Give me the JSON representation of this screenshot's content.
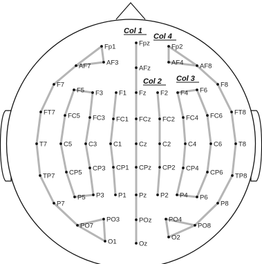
{
  "column_labels": {
    "col1": "Col 1",
    "col2": "Col 2",
    "col3": "Col 3",
    "col4": "Col 4"
  },
  "colors": {
    "outline": "#111111",
    "link": "#b5b5b5",
    "dot": "#111111",
    "text": "#222222"
  },
  "electrodes": [
    "Fp1",
    "Fpz",
    "Fp2",
    "AF7",
    "AF3",
    "AFz",
    "AF4",
    "AF8",
    "F7",
    "F5",
    "F3",
    "F1",
    "Fz",
    "F2",
    "F4",
    "F6",
    "F8",
    "FT7",
    "FC5",
    "FC3",
    "FC1",
    "FCz",
    "FC2",
    "FC4",
    "FC6",
    "FT8",
    "T7",
    "C5",
    "C3",
    "C1",
    "Cz",
    "C2",
    "C4",
    "C6",
    "T8",
    "TP7",
    "CP5",
    "CP3",
    "CP1",
    "CPz",
    "CP2",
    "CP4",
    "CP6",
    "TP8",
    "P7",
    "P5",
    "P3",
    "P1",
    "Pz",
    "P2",
    "P4",
    "P6",
    "P8",
    "PO7",
    "PO3",
    "POz",
    "PO4",
    "PO8",
    "O1",
    "Oz",
    "O2"
  ],
  "links": [
    [
      "AF7",
      "Fp1"
    ],
    [
      "Fp1",
      "AF3"
    ],
    [
      "AF3",
      "AF7"
    ],
    [
      "Fp2",
      "AF4"
    ],
    [
      "AF4",
      "AF8"
    ],
    [
      "AF8",
      "Fp2"
    ],
    [
      "AF7",
      "F7"
    ],
    [
      "F7",
      "FT7"
    ],
    [
      "FT7",
      "T7"
    ],
    [
      "T7",
      "TP7"
    ],
    [
      "TP7",
      "P7"
    ],
    [
      "P7",
      "PO7"
    ],
    [
      "AF8",
      "F8"
    ],
    [
      "F8",
      "FT8"
    ],
    [
      "FT8",
      "T8"
    ],
    [
      "T8",
      "TP8"
    ],
    [
      "TP8",
      "P8"
    ],
    [
      "P8",
      "PO8"
    ],
    [
      "F5",
      "FC5"
    ],
    [
      "FC5",
      "C5"
    ],
    [
      "C5",
      "CP5"
    ],
    [
      "CP5",
      "P5"
    ],
    [
      "F5",
      "F3"
    ],
    [
      "F3",
      "FC3"
    ],
    [
      "FC3",
      "C3"
    ],
    [
      "C3",
      "CP3"
    ],
    [
      "CP3",
      "P3"
    ],
    [
      "P3",
      "P5"
    ],
    [
      "F6",
      "FC6"
    ],
    [
      "FC6",
      "C6"
    ],
    [
      "C6",
      "CP6"
    ],
    [
      "CP6",
      "P6"
    ],
    [
      "F6",
      "F4"
    ],
    [
      "F4",
      "FC4"
    ],
    [
      "FC4",
      "C4"
    ],
    [
      "C4",
      "CP4"
    ],
    [
      "CP4",
      "P4"
    ],
    [
      "P4",
      "P6"
    ],
    [
      "F1",
      "FC1"
    ],
    [
      "FC1",
      "C1"
    ],
    [
      "C1",
      "CP1"
    ],
    [
      "CP1",
      "P1"
    ],
    [
      "F2",
      "FC2"
    ],
    [
      "FC2",
      "C2"
    ],
    [
      "C2",
      "CP2"
    ],
    [
      "CP2",
      "P2"
    ],
    [
      "Fpz",
      "AFz"
    ],
    [
      "AFz",
      "Fz"
    ],
    [
      "Fz",
      "FCz"
    ],
    [
      "FCz",
      "Cz"
    ],
    [
      "Cz",
      "CPz"
    ],
    [
      "CPz",
      "Pz"
    ],
    [
      "Pz",
      "POz"
    ],
    [
      "POz",
      "Oz"
    ],
    [
      "PO7",
      "PO3"
    ],
    [
      "PO3",
      "O1"
    ],
    [
      "O1",
      "PO7"
    ],
    [
      "PO4",
      "PO8"
    ],
    [
      "PO8",
      "O2"
    ],
    [
      "O2",
      "PO4"
    ]
  ]
}
